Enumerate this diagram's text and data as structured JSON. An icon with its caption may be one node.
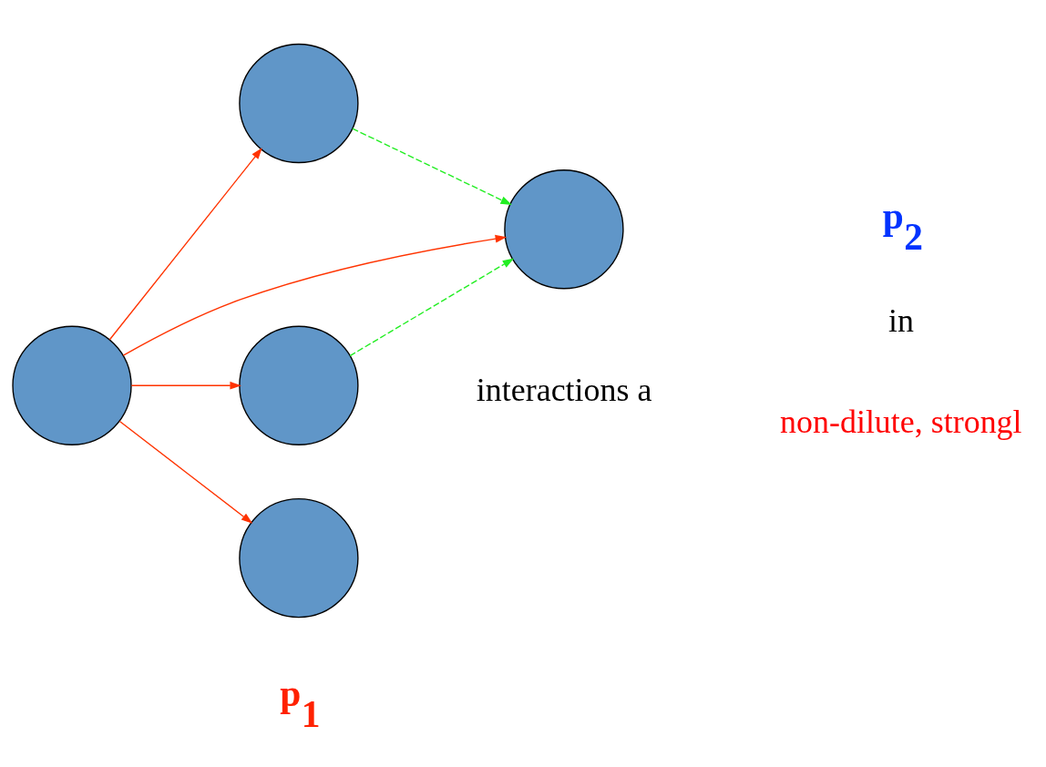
{
  "diagram": {
    "nodes": [
      {
        "text": [],
        "shape": "circle"
      },
      {
        "text": [],
        "shape": "circle"
      },
      {
        "text": [],
        "shape": "circle"
      },
      {
        "text": [],
        "shape": "circle"
      },
      {
        "text": [],
        "shape": "circle"
      }
    ],
    "edges": [
      {
        "from": 2,
        "to": 0,
        "arrow": "to"
      },
      {
        "from": 2,
        "to": 1,
        "arrow": "to"
      },
      {
        "from": 2,
        "to": 3,
        "arrow": "to"
      },
      {
        "from": 2,
        "to": 4,
        "arrow": "to"
      },
      {
        "from": 0,
        "to": 1,
        "arrow": "to",
        "style": "dashed",
        "color": "#22ee22"
      },
      {
        "from": 3,
        "to": 1,
        "arrow": "to",
        "style": "dashed",
        "color": "#22ee22"
      }
    ],
    "labels": [
      "p$_{2}$",
      "p$_{1}$",
      "interactions a",
      "in",
      "non-dilute, strongl"
    ]
  }
}
